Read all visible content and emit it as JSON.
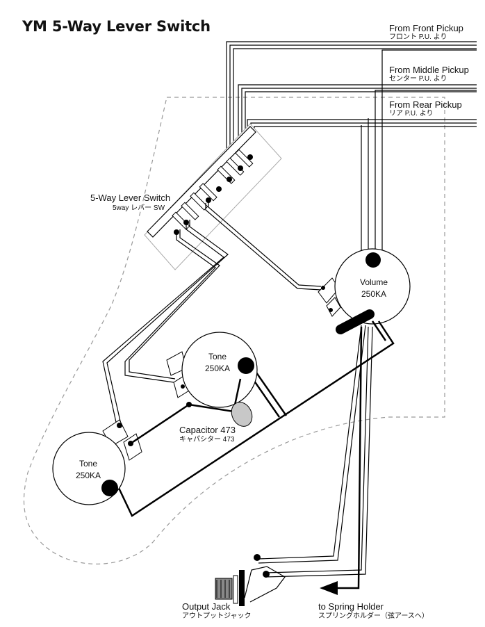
{
  "title": "YM  5-Way Lever Switch",
  "pickups": [
    {
      "en": "From Front Pickup",
      "jp": "フロント P.U. より"
    },
    {
      "en": "From Middle Pickup",
      "jp": "センター P.U. より"
    },
    {
      "en": "From Rear Pickup",
      "jp": "リア P.U. より"
    }
  ],
  "switch": {
    "en": "5-Way Lever Switch",
    "jp": "5way レバー SW"
  },
  "volume": {
    "name": "Volume",
    "value": "250KA"
  },
  "tone_upper": {
    "name": "Tone",
    "value": "250KA"
  },
  "tone_lower": {
    "name": "Tone",
    "value": "250KA"
  },
  "capacitor": {
    "en": "Capacitor 473",
    "jp": "キャパシター 473"
  },
  "output_jack": {
    "en": "Output Jack",
    "jp": "アウトプットジャック"
  },
  "spring": {
    "en": "to Spring Holder",
    "jp": "スプリングホルダー（弦アースへ）"
  }
}
